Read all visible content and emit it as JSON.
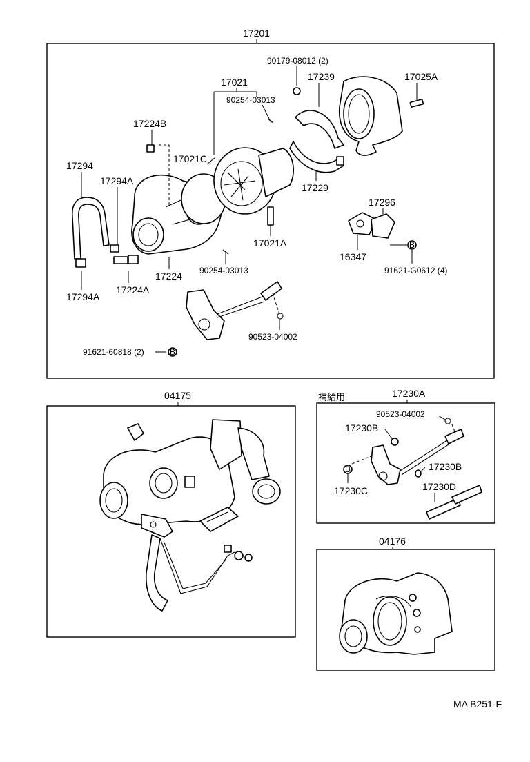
{
  "diagram": {
    "main_assembly": "17201",
    "labels": {
      "p90179": "90179-08012 (2)",
      "p17239": "17239",
      "p17025A": "17025A",
      "p17021": "17021",
      "p90254a": "90254-03013",
      "p17224B": "17224B",
      "p17021C": "17021C",
      "p17294": "17294",
      "p17294A_top": "17294A",
      "p17229": "17229",
      "p17296": "17296",
      "p17021A": "17021A",
      "p16347": "16347",
      "p91621g": "91621-G0612 (4)",
      "p90254b": "90254-03013",
      "p17224": "17224",
      "p17294A_bot": "17294A",
      "p17224A": "17224A",
      "p90523a": "90523-04002",
      "p91621_6": "91621-60818 (2)"
    },
    "kit_04175": "04175",
    "kit_04176": "04176",
    "service": {
      "title": "補給用",
      "assembly": "17230A",
      "p90523": "90523-04002",
      "p17230B_top": "17230B",
      "p17230B_right": "17230B",
      "p17230C": "17230C",
      "p17230D": "17230D"
    },
    "footer_code": "MA  B251-F"
  }
}
